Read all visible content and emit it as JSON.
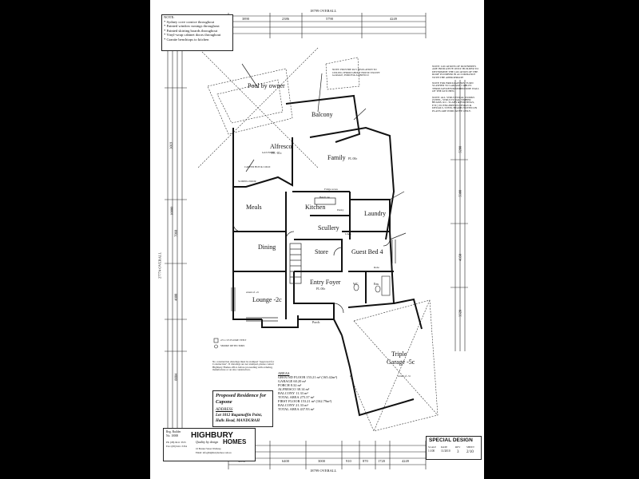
{
  "overall_dimension_top": "18799 OVERALL",
  "overall_dimension_bottom": "18799 OVERALL",
  "overall_dimension_left": "27774 OVERALL",
  "top_dimensions": [
    "3890",
    "2386",
    "5790",
    "4249"
  ],
  "bottom_dimensions": [
    "3890",
    "6400",
    "3000",
    "910",
    "870",
    "1720",
    "4249"
  ],
  "left_dimensions": [
    "3019",
    "10000",
    "7060",
    "4800",
    "8884"
  ],
  "right_dimensions": [
    "5200",
    "5300",
    "4350",
    "3520"
  ],
  "notes": {
    "heading": "NOTE:",
    "items": [
      "* Sydney cove cornice throughout",
      "* Painted window nosings throughout",
      "* Painted skirting boards throughout",
      "* Vinyl-wrap cabinet doors throughout",
      "* Granite benchtops to kitchen"
    ]
  },
  "rooms": {
    "pool": "Pool by owner",
    "balcony": "Balcony",
    "alfresco": "Alfresco",
    "alfresco_level": "FL -01c",
    "family": "Family",
    "family_level": "FL 00c",
    "meals": "Meals",
    "kitchen": "Kitchen",
    "laundry": "Laundry",
    "scullery": "Scullery",
    "dining": "Dining",
    "store": "Store",
    "guest_bed": "Guest Bed 4",
    "entry_foyer": "Entry Foyer",
    "entry_level": "FL 00c",
    "lounge": "Lounge -2c",
    "porch": "Porch",
    "garage": "Triple",
    "garage_sub": "Garage -5c",
    "wc": "WC",
    "ens": "Ens"
  },
  "annotations": {
    "insulation_note": "NOTE: PROVIDE R2.5 INSULATION TO CEILING THROUGHOUT HOUSE EXCEPT GARAGE, PORCH & ALFRESCO",
    "right_note_1": "NOTE: LOCATIONS OF DOWNPIPES ARE INDICATIVE ONLY. BUILDER TO DETERMINE THE LOCATION OF THE ROOF PLUMBER IN ACCORDANCE WITH THE APPROPRIATE",
    "right_note_2": "NOTE FOR BRICKLAYERS: TURN SLASHED TO GARAGE CABLES THROUGH REFURBISHED SIDE WALL OF THE KITCHEN.",
    "right_note_3": "NOTE: ALL STRUCTURAL WORKS (STEEL, STRUCTURAL TIMBER BEAMS, R.C. SLABS & FOOTINGS, ETC) TO ENGINEERS DESIGN & DETAILS. STEEL BEAMS NOTED ON PLANS ARE INDICATIVE ONLY.",
    "smoke_detector": "SMOKE DETECTORS",
    "legend_line": "2/5 x 3/5 FLUME VENT",
    "gas_point": "GAS POINT",
    "capped_water": "CAPPED HOT & COLD",
    "sliding_door": "SLIDING DOOR",
    "linen": "Linen",
    "robe": "Robe",
    "pantry": "Pantry",
    "fridge": "Fridge recess",
    "bench_top": "Bench top",
    "extent_of_2c": "extent of -2c",
    "extent_of_5c": "extent of -5c"
  },
  "disclaimer": "No construction drawings must be stamped \"Approved for Construction\". If drawings are not stamped, please contact Highbury Homes office before proceeding with ordering, manufacture or on site construction.",
  "areas": {
    "heading": "AREAS",
    "lines": [
      "GROUND FLOOR 153.21 m² (165.42m²)",
      "GARAGE 60.20 m²",
      "PORCH 8.32 m²",
      "ALFRESCO 38.14 m²",
      "BALCONY 11.33 m²",
      "TOTAL AREA 275.37 m²",
      "FIRST FLOOR 153.21 m² (162.79m²)",
      "BALCONY 21.33 m²",
      "TOTAL AREA 437.93 m²"
    ]
  },
  "residence": {
    "title": "Proposed Residence for",
    "client": "Capone",
    "address_label": "ADDRESS",
    "address_line1": "Lot 1012 Ragamuffin Point,",
    "address_line2": "Halls Head, MANDURAH"
  },
  "builder": {
    "reg_label": "Reg. Builder",
    "reg_number": "No. 10000",
    "logo_name": "HIGHBURY",
    "logo_sub": "HOMES",
    "tagline": "Quality by design",
    "address": "16 Bonnet Street Wattleup",
    "phone": "Ph: (08) 9411 3333",
    "fax": "Fax: (08) 9411 3334",
    "email": "Email: info@highburyhomes.com.au"
  },
  "title_block": {
    "design": "SPECIAL DESIGN",
    "scale_label": "SCALE",
    "scale_value": "1:100",
    "date_label": "DATE",
    "date_value": "11/2010",
    "rev_label": "REV",
    "rev_value": "3",
    "sheet_label": "SHEET",
    "sheet_value": "2/10"
  },
  "colors": {
    "background": "#000000",
    "paper": "#ffffff",
    "ink": "#111111"
  }
}
